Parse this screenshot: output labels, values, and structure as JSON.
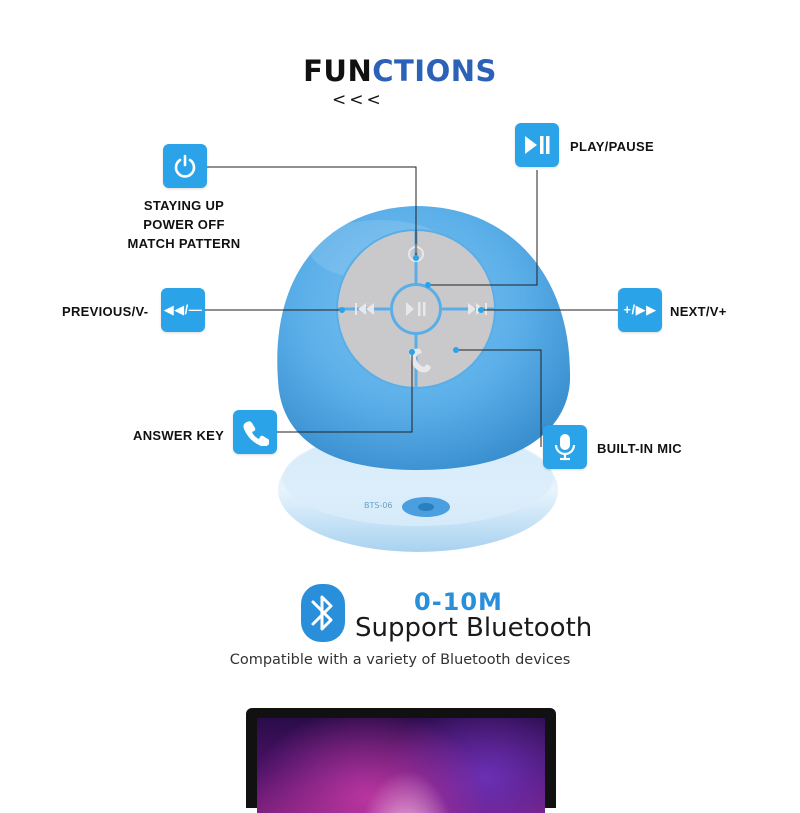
{
  "title": {
    "part1": "FUN",
    "part2": "CTIONS",
    "chevrons": "<<<"
  },
  "colors": {
    "accent": "#2aa3e8",
    "title_blue": "#2b62b8",
    "speaker": "#5aaee8",
    "buttons": "#c9c9cc"
  },
  "functions": {
    "power": {
      "line1": "STAYING UP",
      "line2": "POWER OFF",
      "line3": "MATCH PATTERN",
      "icon": "power-icon"
    },
    "play_pause": {
      "label": "PLAY/PAUSE",
      "icon": "play-pause-icon"
    },
    "previous": {
      "label": "PREVIOUS/V-",
      "icon_text": "◀◀/—"
    },
    "next": {
      "label": "NEXT/V+",
      "icon_text": "+/▶▶"
    },
    "answer": {
      "label": "ANSWER KEY",
      "icon": "phone-icon"
    },
    "mic": {
      "label": "BUILT-IN MIC",
      "icon": "microphone-icon"
    }
  },
  "bluetooth": {
    "range": "0-10M",
    "support": "Support Bluetooth",
    "compat": "Compatible with a variety of Bluetooth devices",
    "icon": "bluetooth-icon"
  }
}
